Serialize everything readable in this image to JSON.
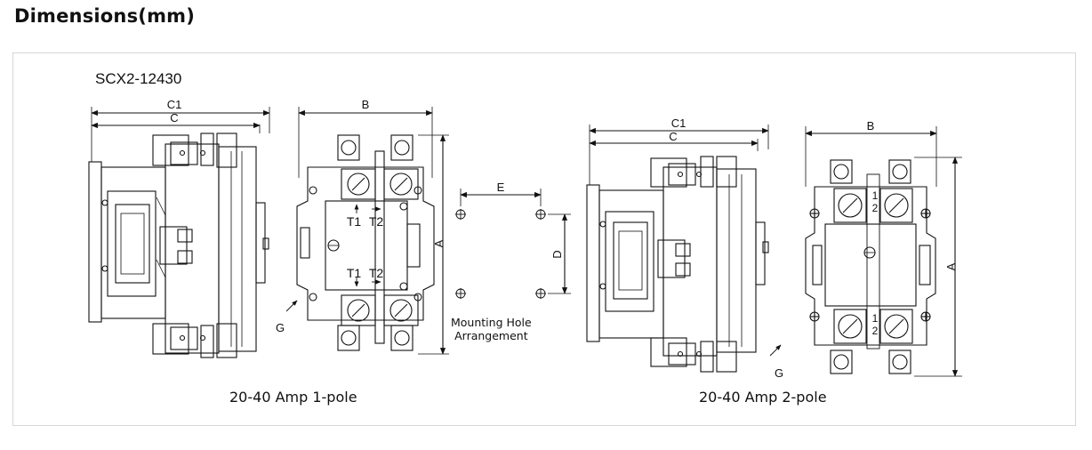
{
  "page": {
    "heading": "Dimensions(mm)"
  },
  "figure": {
    "model": "SCX2-12430",
    "mounting_label_line1": "Mounting Hole",
    "mounting_label_line2": "Arrangement",
    "captions": {
      "one_pole": "20-40 Amp 1-pole",
      "two_pole": "20-40 Amp 2-pole"
    },
    "dims": {
      "c1": "C1",
      "c": "C",
      "b": "B",
      "a": "A",
      "e": "E",
      "d": "D",
      "g": "G"
    },
    "terminals": {
      "t1": "T1",
      "t2": "T2",
      "n1": "1",
      "n2": "2"
    }
  }
}
